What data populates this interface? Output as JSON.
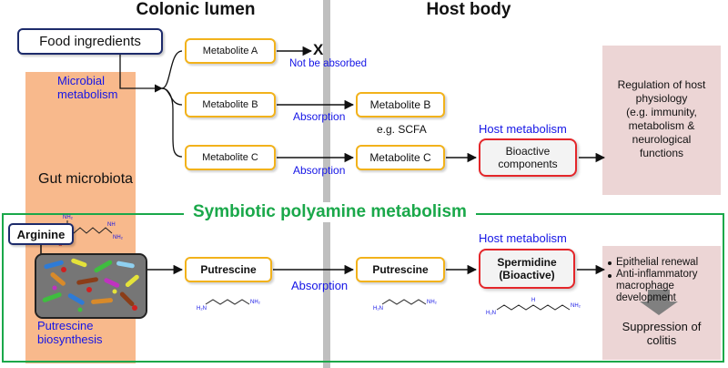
{
  "headers": {
    "left": "Colonic lumen",
    "right": "Host body"
  },
  "top": {
    "food": "Food ingredients",
    "microbial": "Microbial metabolism",
    "gut": "Gut microbiota",
    "metA": "Metabolite A",
    "metB": "Metabolite B",
    "metC": "Metabolite C",
    "metB2": "Metabolite B",
    "metC2": "Metabolite C",
    "notAbsorbed": "Not be absorbed",
    "x": "X",
    "absorption1": "Absorption",
    "absorption2": "Absorption",
    "scfa": "e.g. SCFA",
    "hostMetab": "Host metabolism",
    "bioactive1": "Bioactive",
    "bioactive2": "components",
    "reg": [
      "Regulation of host",
      "physiology",
      "(e.g. immunity,",
      "metabolism &",
      "neurological",
      "functions"
    ]
  },
  "bottom": {
    "title": "Symbiotic polyamine metabolism",
    "arginine": "Arginine",
    "putrescine1": "Putrescine",
    "putrescine2": "Putrescine",
    "absorption": "Absorption",
    "hostMetab": "Host metabolism",
    "spermidine1": "Spermidine",
    "spermidine2": "(Bioactive)",
    "biosynth": "Putrescine biosynthesis",
    "bullets": [
      "Epithelial renewal",
      "Anti-inflammatory",
      "macrophage",
      "development"
    ],
    "suppression": [
      "Suppression of",
      "colitis"
    ]
  },
  "colors": {
    "lumen": "#f8b98c",
    "divider": "#bfbfbf",
    "symbiotic": "#1aa84a",
    "metaboliteBorder": "#f2b21b",
    "hostBorder": "#e4262a",
    "blueText": "#1515e6",
    "pinkBox": "#ecd5d5"
  }
}
